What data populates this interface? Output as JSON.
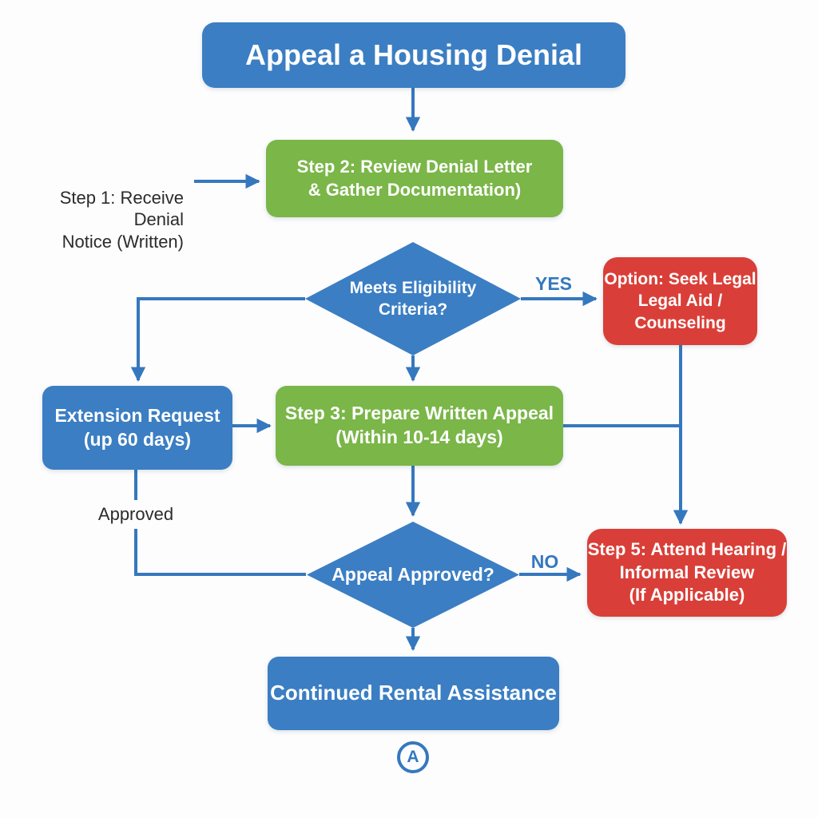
{
  "title": {
    "label": "Appeal a Housing Denial"
  },
  "nodes": {
    "step1_note": {
      "label": "Step 1: Receive Denial\nNotice (Written)"
    },
    "step2": {
      "label": "Step 2: Review Denial Letter\n& Gather Documentation)"
    },
    "eligibility_decision": {
      "label": "Meets Eligibility\nCriteria?"
    },
    "legal_aid": {
      "label": "Option: Seek Legal\nLegal Aid /\nCounseling"
    },
    "extension_request": {
      "label": "Extension Request\n(up 60 days)"
    },
    "step3": {
      "label": "Step 3: Prepare Written Appeal\n(Within 10-14 days)"
    },
    "appeal_decision": {
      "label": "Appeal Approved?"
    },
    "step5": {
      "label": "Step 5: Attend Hearing /\nInformal Review\n(If Applicable)"
    },
    "outcome": {
      "label": "Continued Rental Assistance"
    },
    "connector_a": {
      "label": "A"
    }
  },
  "edge_labels": {
    "yes": "YES",
    "no": "NO",
    "approved": "Approved"
  },
  "colors": {
    "process_blue": "#3b7ec3",
    "process_green": "#7ab648",
    "alert_red": "#d93f38",
    "arrow_blue": "#3578be",
    "text_dark": "#2b2b2b",
    "bg": "#fdfdfe"
  }
}
